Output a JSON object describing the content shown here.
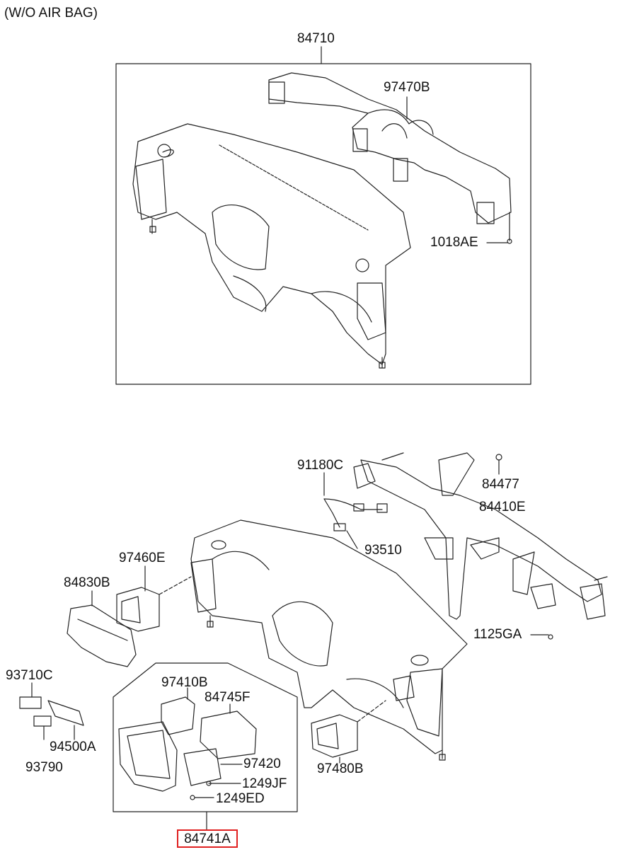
{
  "title": "(W/O AIR BAG)",
  "labels": {
    "p84710": "84710",
    "p97470B": "97470B",
    "p1018AE": "1018AE",
    "p91180C": "91180C",
    "p84477": "84477",
    "p84410E": "84410E",
    "p93510": "93510",
    "p97460E": "97460E",
    "p84830B": "84830B",
    "p1125GA": "1125GA",
    "p93710C": "93710C",
    "p97410B": "97410B",
    "p84745F": "84745F",
    "p94500A": "94500A",
    "p97420": "97420",
    "p97480B": "97480B",
    "p93790": "93790",
    "p1249JF": "1249JF",
    "p1249ED": "1249ED",
    "p84741A": "84741A"
  },
  "highlight_color": "#e02020"
}
